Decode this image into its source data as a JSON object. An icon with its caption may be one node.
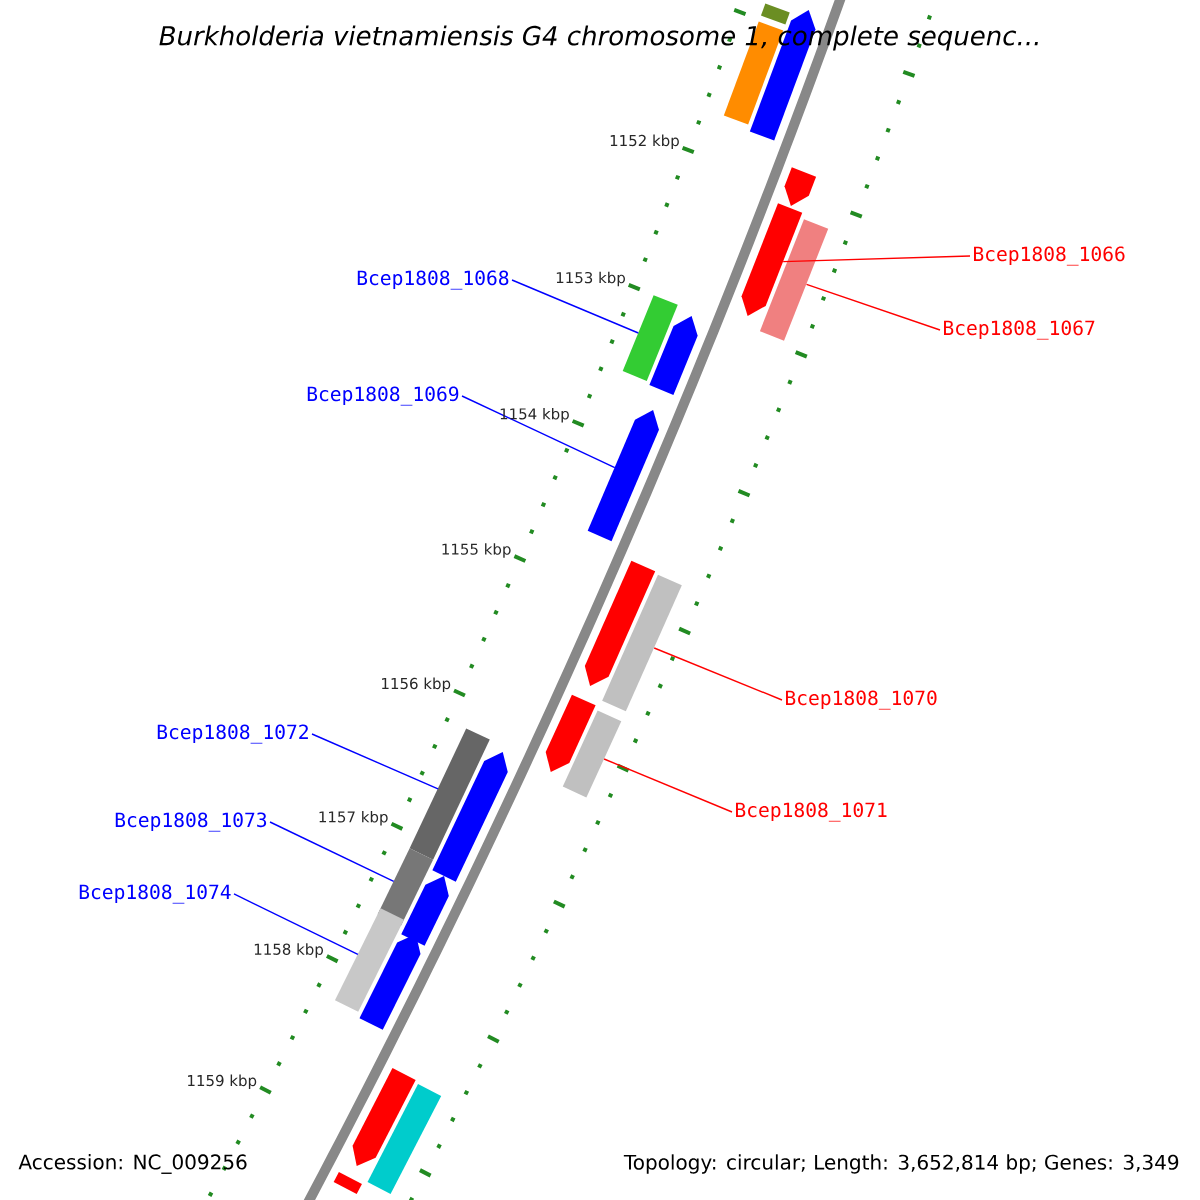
{
  "diagram": {
    "title": "Burkholderia vietnamiensis G4 chromosome 1, complete sequenc...",
    "nodes": [
      {
        "text": [
          "Bcep1808_1066"
        ]
      },
      {
        "text": [
          "Bcep1808_1068"
        ]
      },
      {
        "text": [
          "Bcep1808_1067"
        ]
      },
      {
        "text": [
          "Bcep1808_1069"
        ]
      },
      {
        "text": [
          "Bcep1808_1070"
        ]
      },
      {
        "text": [
          "Bcep1808_1072"
        ]
      },
      {
        "text": [
          "Bcep1808_1071"
        ]
      },
      {
        "text": [
          "Bcep1808_1073"
        ]
      },
      {
        "text": [
          "Bcep1808_1074"
        ]
      },
      {
        "text": [],
        "shape": "box"
      },
      {
        "text": [],
        "shape": "arrow"
      },
      {
        "text": [],
        "shape": "box"
      },
      {
        "text": [],
        "shape": "arrow"
      },
      {
        "text": [],
        "shape": "arrow"
      },
      {
        "text": [],
        "shape": "box"
      },
      {
        "text": [],
        "shape": "box"
      },
      {
        "text": [],
        "shape": "arrow"
      },
      {
        "text": [],
        "shape": "arrow"
      },
      {
        "text": [],
        "shape": "arrow"
      },
      {
        "text": [],
        "shape": "box"
      },
      {
        "text": [],
        "shape": "arrow"
      },
      {
        "text": [],
        "shape": "box"
      },
      {
        "text": [],
        "shape": "box"
      },
      {
        "text": [],
        "shape": "arrow"
      },
      {
        "text": [],
        "shape": "box"
      },
      {
        "text": [],
        "shape": "arrow"
      },
      {
        "text": [],
        "shape": "box"
      },
      {
        "text": [],
        "shape": "arrow"
      },
      {
        "text": [],
        "shape": "arrow"
      },
      {
        "text": [],
        "shape": "box"
      },
      {
        "text": [],
        "shape": "box"
      }
    ],
    "edges": [
      {
        "from": 0,
        "to": 13,
        "arrow": "none",
        "color": "#ff0000"
      },
      {
        "from": 1,
        "to": 15,
        "arrow": "none"
      },
      {
        "from": 2,
        "to": 14,
        "arrow": "none",
        "color": "#ff0000"
      },
      {
        "from": 3,
        "to": 17,
        "arrow": "none"
      },
      {
        "from": 4,
        "to": 19,
        "arrow": "none",
        "color": "#ff0000"
      },
      {
        "from": 5,
        "to": 22,
        "arrow": "none"
      },
      {
        "from": 6,
        "to": 21,
        "arrow": "none",
        "color": "#ff0000"
      },
      {
        "from": 7,
        "to": 24,
        "arrow": "none"
      },
      {
        "from": 8,
        "to": 26,
        "arrow": "none"
      }
    ],
    "labels": [
      "1152 kbp",
      "1153 kbp",
      "1154 kbp",
      "1155 kbp",
      "1156 kbp",
      "1157 kbp",
      "1158 kbp",
      "1159 kbp",
      "Accession: NC_009256",
      "Topology: circular; Length: 3,652,814 bp; Genes: 3,349"
    ]
  }
}
